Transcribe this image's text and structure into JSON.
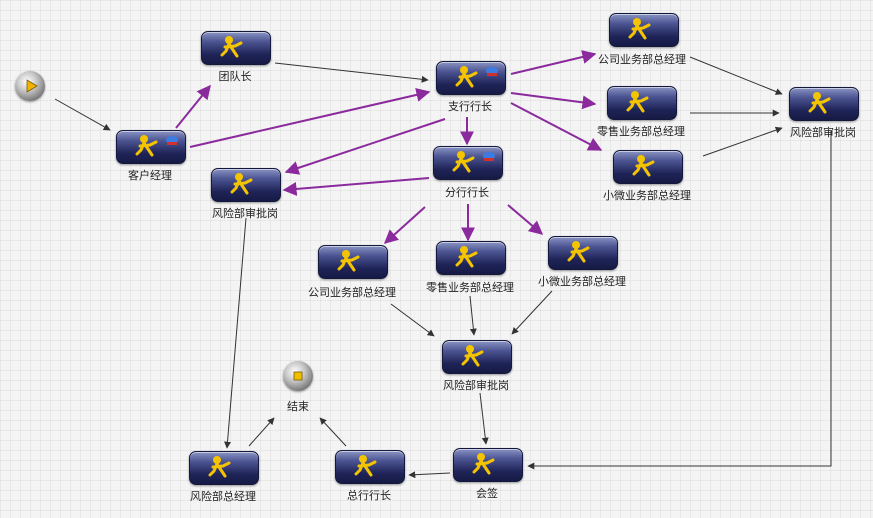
{
  "start_node": {
    "icon": "play-icon"
  },
  "end_node": {
    "label": "结束",
    "icon": "stop-icon"
  },
  "nodes": {
    "khjl": {
      "label": "客户经理",
      "icon": "person-runner-icon"
    },
    "tdz": {
      "label": "团队长",
      "icon": "person-runner-icon"
    },
    "zhhz": {
      "label": "支行行长",
      "icon": "person-runner-icon"
    },
    "gs1": {
      "label": "公司业务部总经理",
      "icon": "person-runner-icon"
    },
    "ls1": {
      "label": "零售业务部总经理",
      "icon": "person-runner-icon"
    },
    "xw1": {
      "label": "小微业务部总经理",
      "icon": "person-runner-icon"
    },
    "fx1": {
      "label": "风险部审批岗",
      "icon": "person-runner-icon"
    },
    "fx2": {
      "label": "风险部审批岗",
      "icon": "person-runner-icon"
    },
    "fhz": {
      "label": "分行行长",
      "icon": "person-runner-icon"
    },
    "gs2": {
      "label": "公司业务部总经理",
      "icon": "person-runner-icon"
    },
    "ls2": {
      "label": "零售业务部总经理",
      "icon": "person-runner-icon"
    },
    "xw2": {
      "label": "小微业务部总经理",
      "icon": "person-runner-icon"
    },
    "fx3": {
      "label": "风险部审批岗",
      "icon": "person-runner-icon"
    },
    "fxzjl": {
      "label": "风险部总经理",
      "icon": "person-runner-icon"
    },
    "zonghz": {
      "label": "总行行长",
      "icon": "person-runner-icon"
    },
    "hq": {
      "label": "会签",
      "icon": "person-runner-icon"
    }
  },
  "subprocess_marker_icon": "subprocess-pin-icon",
  "edges": [
    {
      "from": "start",
      "to": "khjl",
      "kind": "normal"
    },
    {
      "from": "khjl",
      "to": "tdz",
      "kind": "branch"
    },
    {
      "from": "khjl",
      "to": "zhhz",
      "kind": "branch"
    },
    {
      "from": "tdz",
      "to": "zhhz",
      "kind": "normal"
    },
    {
      "from": "zhhz",
      "to": "gs1",
      "kind": "branch"
    },
    {
      "from": "zhhz",
      "to": "ls1",
      "kind": "branch"
    },
    {
      "from": "zhhz",
      "to": "xw1",
      "kind": "branch"
    },
    {
      "from": "zhhz",
      "to": "fhz",
      "kind": "branch"
    },
    {
      "from": "zhhz",
      "to": "fx2",
      "kind": "branch"
    },
    {
      "from": "gs1",
      "to": "fx1",
      "kind": "normal"
    },
    {
      "from": "ls1",
      "to": "fx1",
      "kind": "normal"
    },
    {
      "from": "xw1",
      "to": "fx1",
      "kind": "normal"
    },
    {
      "from": "fx1",
      "to": "hq",
      "kind": "normal"
    },
    {
      "from": "fhz",
      "to": "fx2",
      "kind": "branch"
    },
    {
      "from": "fhz",
      "to": "gs2",
      "kind": "branch"
    },
    {
      "from": "fhz",
      "to": "ls2",
      "kind": "branch"
    },
    {
      "from": "fhz",
      "to": "xw2",
      "kind": "branch"
    },
    {
      "from": "gs2",
      "to": "fx3",
      "kind": "normal"
    },
    {
      "from": "ls2",
      "to": "fx3",
      "kind": "normal"
    },
    {
      "from": "xw2",
      "to": "fx3",
      "kind": "normal"
    },
    {
      "from": "fx3",
      "to": "hq",
      "kind": "normal"
    },
    {
      "from": "fx2",
      "to": "fxzjl",
      "kind": "normal"
    },
    {
      "from": "hq",
      "to": "zonghz",
      "kind": "normal"
    },
    {
      "from": "fxzjl",
      "to": "end",
      "kind": "normal"
    },
    {
      "from": "zonghz",
      "to": "end",
      "kind": "normal"
    }
  ],
  "colors": {
    "normal_edge": "#333333",
    "branch_edge": "#8a2a9c",
    "node_dark": "#1f2458",
    "runner_yellow": "#f5c400"
  }
}
